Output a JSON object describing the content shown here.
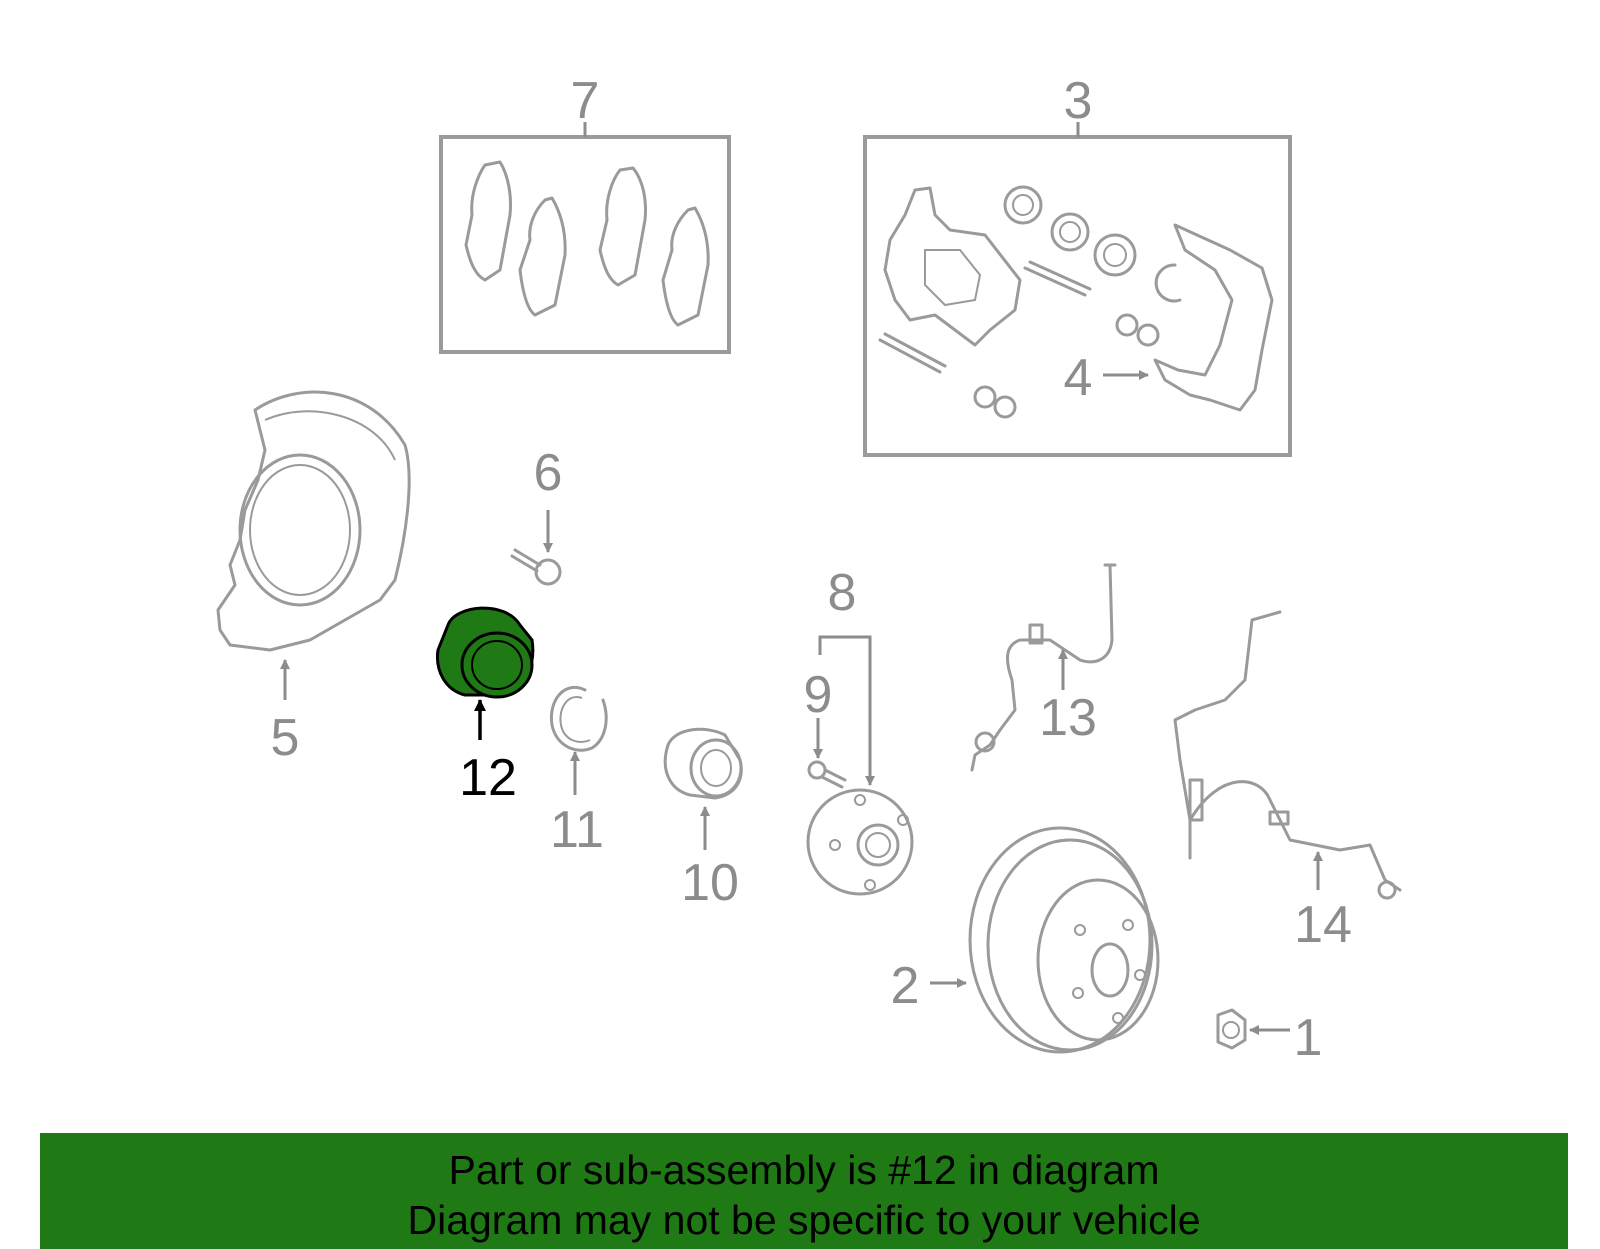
{
  "callouts": {
    "c1": "1",
    "c2": "2",
    "c3": "3",
    "c4": "4",
    "c5": "5",
    "c6": "6",
    "c7": "7",
    "c8": "8",
    "c9": "9",
    "c10": "10",
    "c11": "11",
    "c12": "12",
    "c13": "13",
    "c14": "14"
  },
  "highlight": {
    "part": "12",
    "color": "#1f7a16"
  },
  "banner": {
    "line1": "Part or sub-assembly is #12 in diagram",
    "line2": "Diagram may not be specific to your vehicle",
    "background": "#1f7a16"
  }
}
